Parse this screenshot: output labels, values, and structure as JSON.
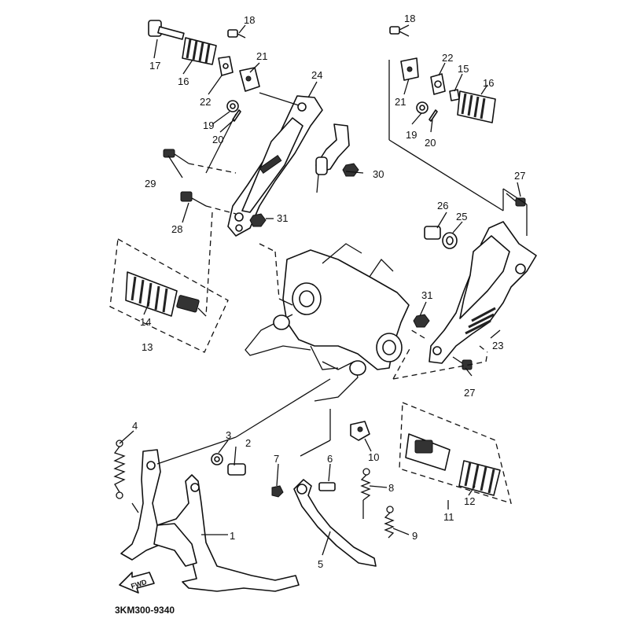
{
  "diagram": {
    "code": "3KM300-9340",
    "fwd_label": "FWD",
    "callouts": [
      {
        "id": "c1",
        "label": "1"
      },
      {
        "id": "c2",
        "label": "2"
      },
      {
        "id": "c3",
        "label": "3"
      },
      {
        "id": "c4",
        "label": "4"
      },
      {
        "id": "c5",
        "label": "5"
      },
      {
        "id": "c6",
        "label": "6"
      },
      {
        "id": "c7",
        "label": "7"
      },
      {
        "id": "c8",
        "label": "8"
      },
      {
        "id": "c9",
        "label": "9"
      },
      {
        "id": "c10",
        "label": "10"
      },
      {
        "id": "c11",
        "label": "11"
      },
      {
        "id": "c12",
        "label": "12"
      },
      {
        "id": "c13",
        "label": "13"
      },
      {
        "id": "c14",
        "label": "14"
      },
      {
        "id": "c15",
        "label": "15"
      },
      {
        "id": "c16a",
        "label": "16"
      },
      {
        "id": "c16b",
        "label": "16"
      },
      {
        "id": "c17",
        "label": "17"
      },
      {
        "id": "c18a",
        "label": "18"
      },
      {
        "id": "c18b",
        "label": "18"
      },
      {
        "id": "c19a",
        "label": "19"
      },
      {
        "id": "c19b",
        "label": "19"
      },
      {
        "id": "c20a",
        "label": "20"
      },
      {
        "id": "c20b",
        "label": "20"
      },
      {
        "id": "c21a",
        "label": "21"
      },
      {
        "id": "c21b",
        "label": "21"
      },
      {
        "id": "c22a",
        "label": "22"
      },
      {
        "id": "c22b",
        "label": "22"
      },
      {
        "id": "c23",
        "label": "23"
      },
      {
        "id": "c24",
        "label": "24"
      },
      {
        "id": "c25",
        "label": "25"
      },
      {
        "id": "c26",
        "label": "26"
      },
      {
        "id": "c27a",
        "label": "27"
      },
      {
        "id": "c27b",
        "label": "27"
      },
      {
        "id": "c28",
        "label": "28"
      },
      {
        "id": "c29",
        "label": "29"
      },
      {
        "id": "c30",
        "label": "30"
      },
      {
        "id": "c31a",
        "label": "31"
      },
      {
        "id": "c31b",
        "label": "31"
      }
    ]
  }
}
